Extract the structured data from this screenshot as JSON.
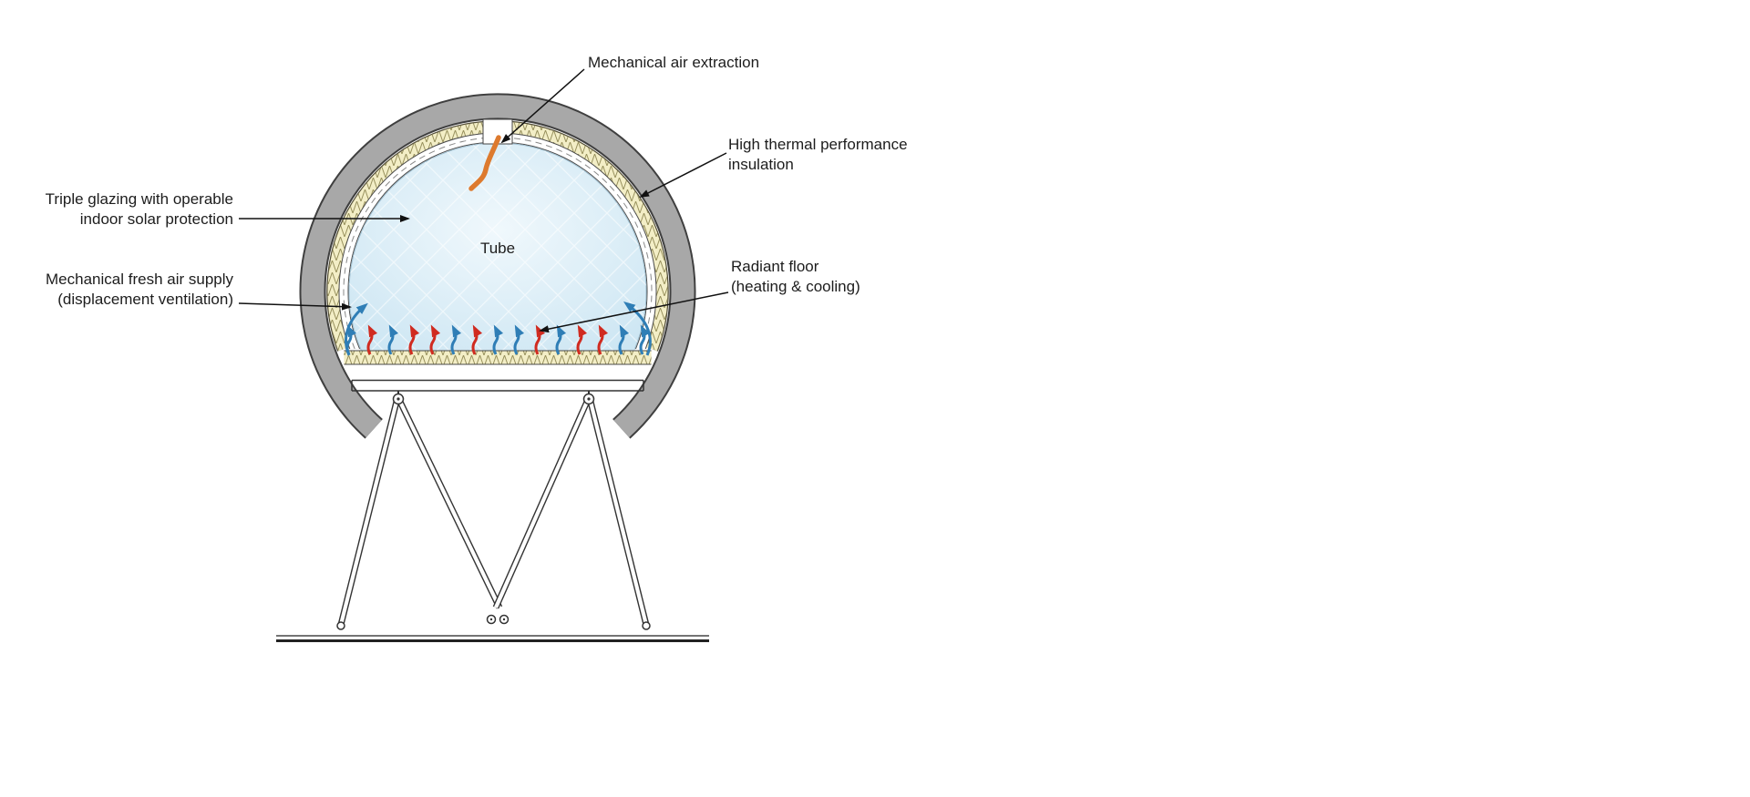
{
  "diagram": {
    "labels": {
      "air_extraction": {
        "text": "Mechanical air extraction"
      },
      "insulation": {
        "line1": "High thermal performance",
        "line2": "insulation"
      },
      "glazing": {
        "line1": "Triple glazing with operable",
        "line2": "indoor solar protection"
      },
      "fresh_air": {
        "line1": "Mechanical fresh air supply",
        "line2": "(displacement ventilation)"
      },
      "radiant_floor": {
        "line1": "Radiant floor",
        "line2": "(heating & cooling)"
      },
      "tube": "Tube"
    },
    "colors": {
      "shell_gray": "#a8a8a8",
      "shell_edge": "#3f3f3f",
      "insulation_fill": "#f3eec6",
      "insulation_hatch": "#97905c",
      "glazing_edge": "#4a4a4a",
      "arrow_red": "#d02b20",
      "arrow_blue": "#2f7eb6",
      "extraction_orange": "#dd7a2e",
      "pointer_black": "#111111",
      "structure_dark": "#333333"
    },
    "floor_arrows": [
      "blue",
      "red",
      "blue",
      "red",
      "red",
      "blue",
      "red",
      "blue",
      "blue",
      "red",
      "blue",
      "red",
      "red",
      "blue",
      "blue"
    ]
  }
}
